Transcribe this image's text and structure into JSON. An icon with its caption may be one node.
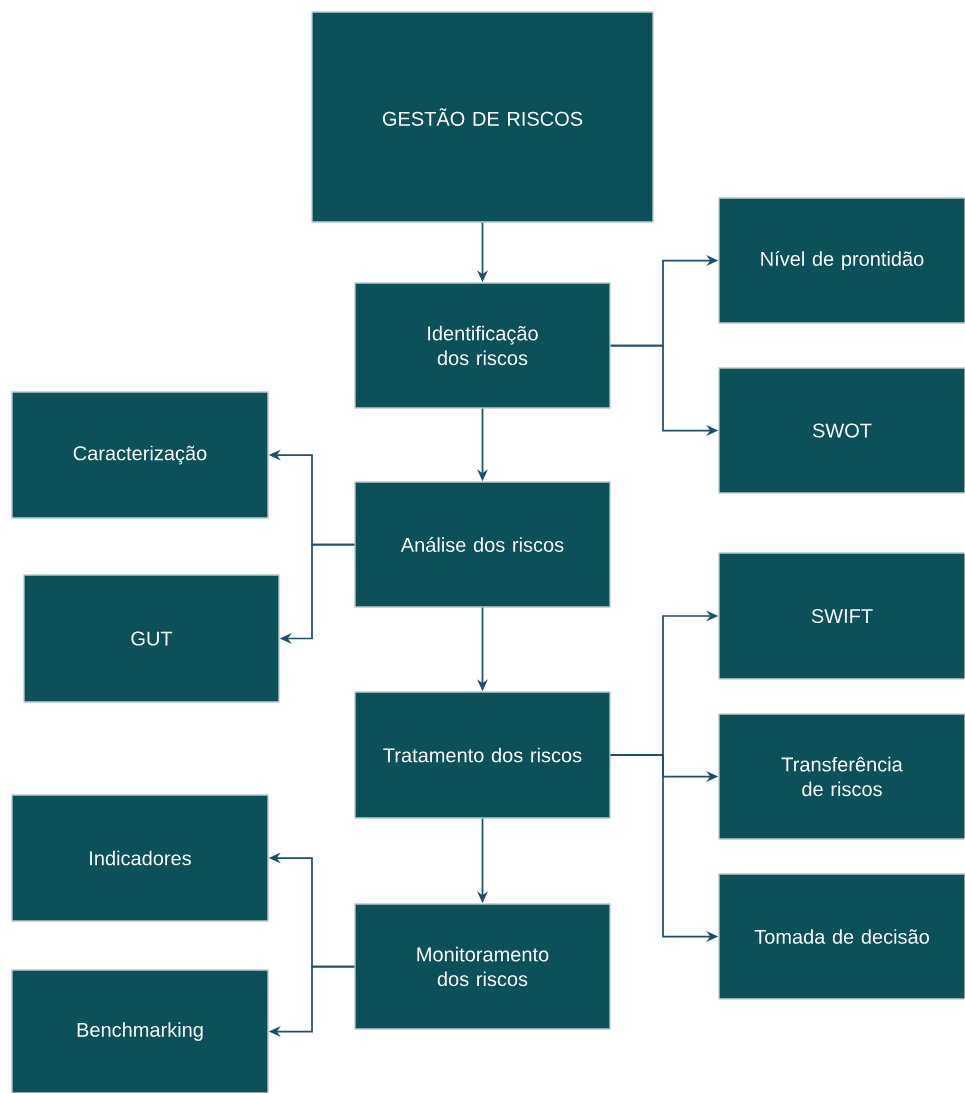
{
  "diagram": {
    "nodes": [
      {
        "text": [
          "GESTÃO DE RISCOS"
        ]
      },
      {
        "text": [
          "Identificação dos riscos"
        ]
      },
      {
        "text": [
          "Nível de prontidão"
        ]
      },
      {
        "text": [
          "SWOT"
        ]
      },
      {
        "text": [
          "Caracterização"
        ]
      },
      {
        "text": [
          "Análise dos riscos"
        ]
      },
      {
        "text": [
          "GUT"
        ]
      },
      {
        "text": [
          "Tratamento dos riscos"
        ]
      },
      {
        "text": [
          "SWIFT"
        ]
      },
      {
        "text": [
          "Transferência de riscos"
        ]
      },
      {
        "text": [
          "Tomada de decisão"
        ]
      },
      {
        "text": [
          "Indicadores"
        ]
      },
      {
        "text": [
          "Monitoramento dos riscos"
        ]
      },
      {
        "text": [
          "Benchmarking"
        ]
      }
    ],
    "edges": [
      {
        "from": 0,
        "to": 1,
        "arrow": "to"
      },
      {
        "from": 1,
        "to": 2,
        "arrow": "to"
      },
      {
        "from": 1,
        "to": 3,
        "arrow": "to"
      },
      {
        "from": 1,
        "to": 5,
        "arrow": "to"
      },
      {
        "from": 5,
        "to": 4,
        "arrow": "to"
      },
      {
        "from": 5,
        "to": 6,
        "arrow": "to"
      },
      {
        "from": 5,
        "to": 7,
        "arrow": "to"
      },
      {
        "from": 7,
        "to": 8,
        "arrow": "to"
      },
      {
        "from": 7,
        "to": 9,
        "arrow": "to"
      },
      {
        "from": 7,
        "to": 10,
        "arrow": "to"
      },
      {
        "from": 7,
        "to": 12,
        "arrow": "to"
      },
      {
        "from": 12,
        "to": 11,
        "arrow": "to"
      },
      {
        "from": 12,
        "to": 13,
        "arrow": "to"
      }
    ]
  }
}
